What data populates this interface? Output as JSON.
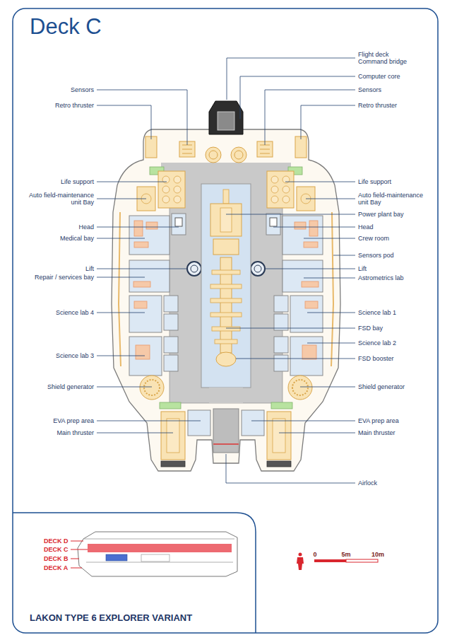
{
  "diagram": {
    "title": "Deck C",
    "caption": "LAKON TYPE 6 EXPLORER VARIANT",
    "labels": [
      "Flight deck Command bridge",
      "Computer core",
      "Sensors",
      "Sensors",
      "Retro thruster",
      "Retro thruster",
      "Life support",
      "Life support",
      "Auto field-maintenance unit Bay",
      "Auto field-maintenance unit Bay",
      "Power plant bay",
      "Head",
      "Head",
      "Medical bay",
      "Crew room",
      "Sensors pod",
      "Lift",
      "Lift",
      "Repair / services bay",
      "Astrometrics lab",
      "Science lab 4",
      "Science lab 1",
      "FSD bay",
      "Science lab 2",
      "Science lab 3",
      "FSD booster",
      "Shield generator",
      "Shield generator",
      "EVA prep area",
      "EVA prep area",
      "Main thruster",
      "Main thruster",
      "Airlock",
      "DECK D",
      "DECK C",
      "DECK B",
      "DECK A",
      "0",
      "5m",
      "10m"
    ]
  }
}
